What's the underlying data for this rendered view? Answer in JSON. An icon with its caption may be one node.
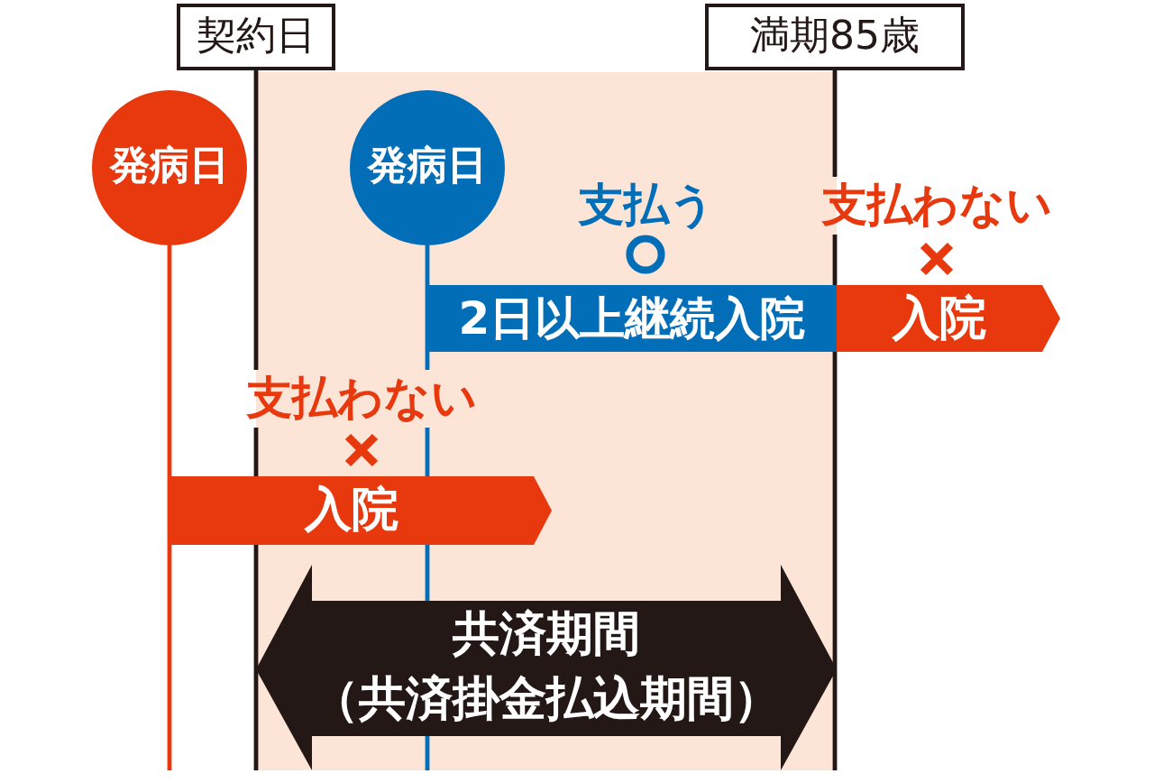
{
  "diagram": {
    "nodes": [
      {
        "text": [
          "契約日"
        ]
      },
      {
        "text": [
          "満期85歳"
        ]
      },
      {
        "text": [
          "発病日"
        ]
      },
      {
        "text": [
          "発病日"
        ]
      },
      {
        "text": [
          "2日以上継続入院"
        ]
      },
      {
        "text": [
          "入院"
        ]
      },
      {
        "text": [
          "入院"
        ]
      },
      {
        "text": [
          "共済期間",
          "（共済掛金払込期間）"
        ]
      }
    ],
    "edges": [
      {
        "from": 0,
        "to": null,
        "arrow": "none"
      },
      {
        "from": 1,
        "to": null,
        "arrow": "none"
      },
      {
        "from": 2,
        "to": null,
        "arrow": "none",
        "color": "#e8380d"
      },
      {
        "from": 3,
        "to": null,
        "arrow": "none",
        "color": "#036eb8"
      }
    ],
    "labels": [
      "支払う",
      "支払わない",
      "支払わない"
    ]
  }
}
